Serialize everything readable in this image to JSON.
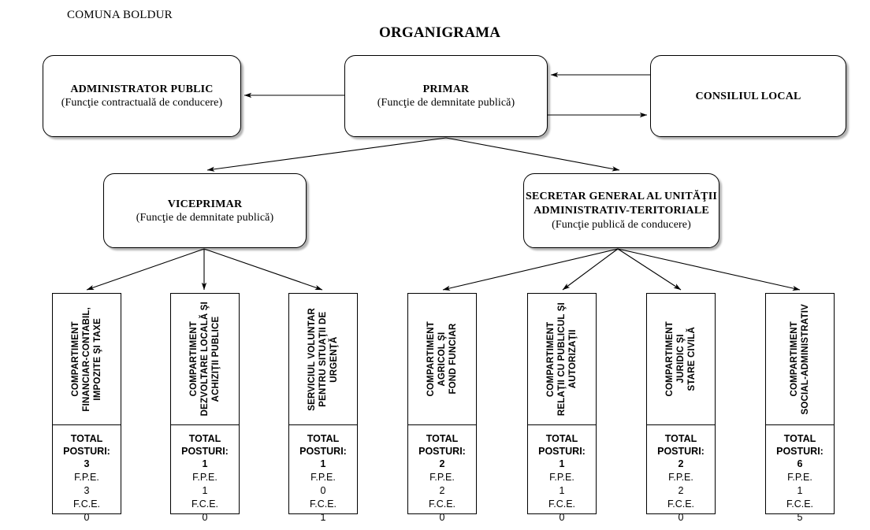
{
  "page": {
    "commune_label": "COMUNA BOLDUR",
    "chart_title": "ORGANIGRAMA"
  },
  "nodes": {
    "administrator": {
      "title": "ADMINISTRATOR PUBLIC",
      "subtitle": "(Funcţie contractuală de conducere)"
    },
    "primar": {
      "title": "PRIMAR",
      "subtitle": "(Funcţie de demnitate publică)"
    },
    "consiliu": {
      "title": "CONSILIUL LOCAL",
      "subtitle": ""
    },
    "viceprimar": {
      "title": "VICEPRIMAR",
      "subtitle": "(Funcţie de demnitate publică)"
    },
    "secretar": {
      "title": "SECRETAR GENERAL AL UNITĂŢII\nADMINISTRATIV-TERITORIALE",
      "subtitle": "(Funcţie publică de conducere)"
    }
  },
  "totals_labels": {
    "total_label": "TOTAL\nPOSTURI:",
    "fpe_label": "F.P.E.",
    "fce_label": "F.C.E."
  },
  "departments": [
    {
      "name": "COMPARTIMENT\nFINANCIAR-CONTABIL,\nIMPOZITE ŞI TAXE",
      "total": "3",
      "fpe": "3",
      "fce": "0"
    },
    {
      "name": "COMPARTIMENT\nDEZVOLTARE LOCALĂ ŞI\nACHIZIŢII PUBLICE",
      "total": "1",
      "fpe": "1",
      "fce": "0"
    },
    {
      "name": "SERVICIUL VOLUNTAR\nPENTRU SITUAŢII DE\nURGENŢĂ",
      "total": "1",
      "fpe": "0",
      "fce": "1"
    },
    {
      "name": "COMPARTIMENT\nAGRICOL ŞI\nFOND FUNCIAR",
      "total": "2",
      "fpe": "2",
      "fce": "0"
    },
    {
      "name": "COMPARTIMENT\nRELAŢII CU PUBLICUL ŞI\nAUTORIZAŢII",
      "total": "1",
      "fpe": "1",
      "fce": "0"
    },
    {
      "name": "COMPARTIMENT\nJURIDIC ŞI\nSTARE CIVILĂ",
      "total": "2",
      "fpe": "2",
      "fce": "0"
    },
    {
      "name": "COMPARTIMENT\nSOCIAL-ADMINISTRATIV",
      "total": "6",
      "fpe": "1",
      "fce": "5"
    }
  ],
  "colors": {
    "line": "#000000",
    "box_border": "#000000",
    "background": "#ffffff",
    "text": "#000000"
  }
}
